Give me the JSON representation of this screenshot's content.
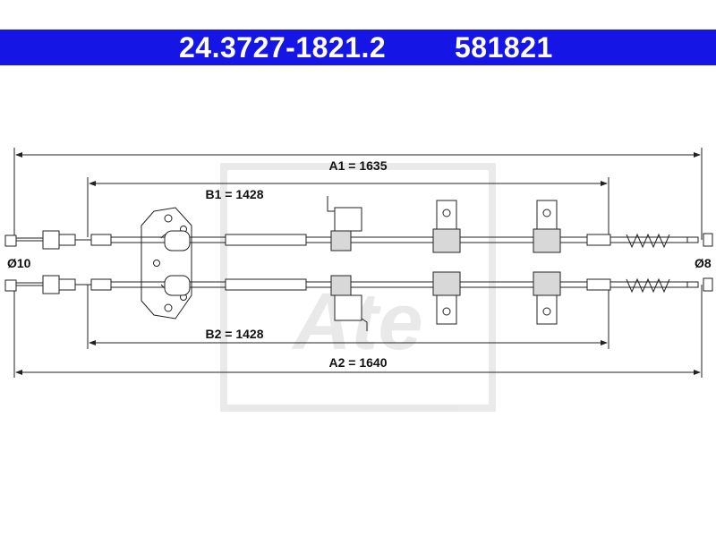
{
  "header": {
    "part_number": "24.3727-1821.2",
    "ref_number": "581821",
    "background": "#1515e6",
    "text_color": "#ffffff"
  },
  "dimensions": {
    "a1": "A1 = 1635",
    "b1": "B1 = 1428",
    "b2": "B2 = 1428",
    "a2": "A2 = 1640",
    "left_diameter": "Ø10",
    "right_diameter": "Ø8"
  },
  "watermark": {
    "brand": "Ate"
  }
}
